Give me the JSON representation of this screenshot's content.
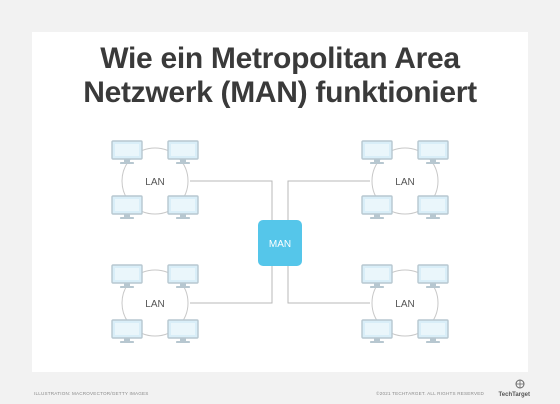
{
  "title": {
    "line1": "Wie ein Metropolitan Area",
    "line2": "Netzwerk (MAN) funktioniert"
  },
  "hub": {
    "label": "MAN"
  },
  "lans": [
    {
      "label": "LAN"
    },
    {
      "label": "LAN"
    },
    {
      "label": "LAN"
    },
    {
      "label": "LAN"
    }
  ],
  "footer": {
    "credit": "ILLUSTRATION: MACROVECTOR/GETTY IMAGES",
    "copyright": "©2021 TECHTARGET. ALL RIGHTS RESERVED",
    "brand": "TechTarget"
  },
  "icons": {
    "computer": "monitor-icon",
    "logo": "techtarget-logo-icon"
  },
  "colors": {
    "hub_fill": "#55c6ea",
    "line": "#b9b9b9",
    "monitor_frame": "#b7c7d0",
    "monitor_screen": "#d9eef8",
    "title": "#3a3a3a"
  }
}
